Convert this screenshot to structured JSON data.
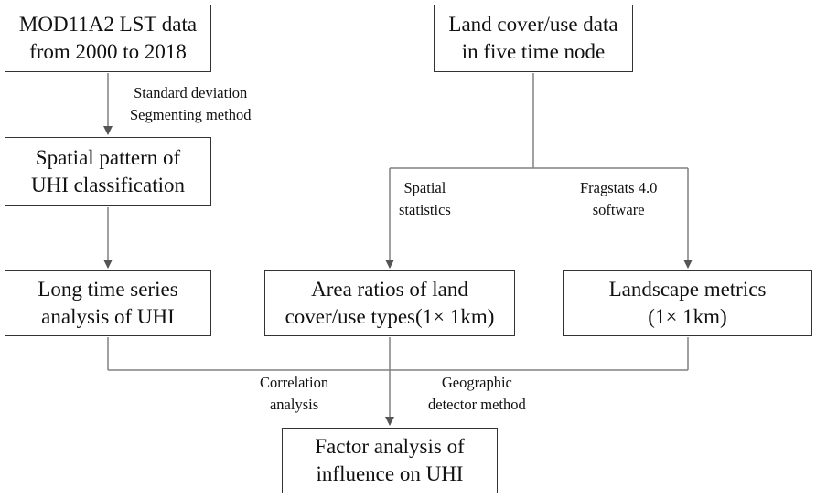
{
  "boxes": {
    "lst_data": [
      "MOD11A2 LST data",
      "from 2000 to 2018"
    ],
    "landcover_data": [
      "Land cover/use data",
      "in five time node"
    ],
    "spatial_pattern": [
      "Spatial pattern of",
      "UHI classification"
    ],
    "long_time_series": [
      "Long time series",
      "analysis of UHI"
    ],
    "area_ratios": [
      "Area ratios of land",
      "cover/use types(1× 1km)"
    ],
    "landscape_metrics": [
      "Landscape metrics",
      "(1× 1km)"
    ],
    "factor_analysis": [
      "Factor analysis of",
      "influence on UHI"
    ]
  },
  "notes": {
    "std_deviation": [
      "Standard deviation",
      "Segmenting method"
    ],
    "spatial_statistics": [
      "Spatial",
      "statistics"
    ],
    "fragstats": [
      "Fragstats 4.0",
      "software"
    ],
    "correlation": [
      "Correlation",
      "analysis"
    ],
    "geographic_detector": [
      "Geographic",
      "detector method"
    ]
  }
}
